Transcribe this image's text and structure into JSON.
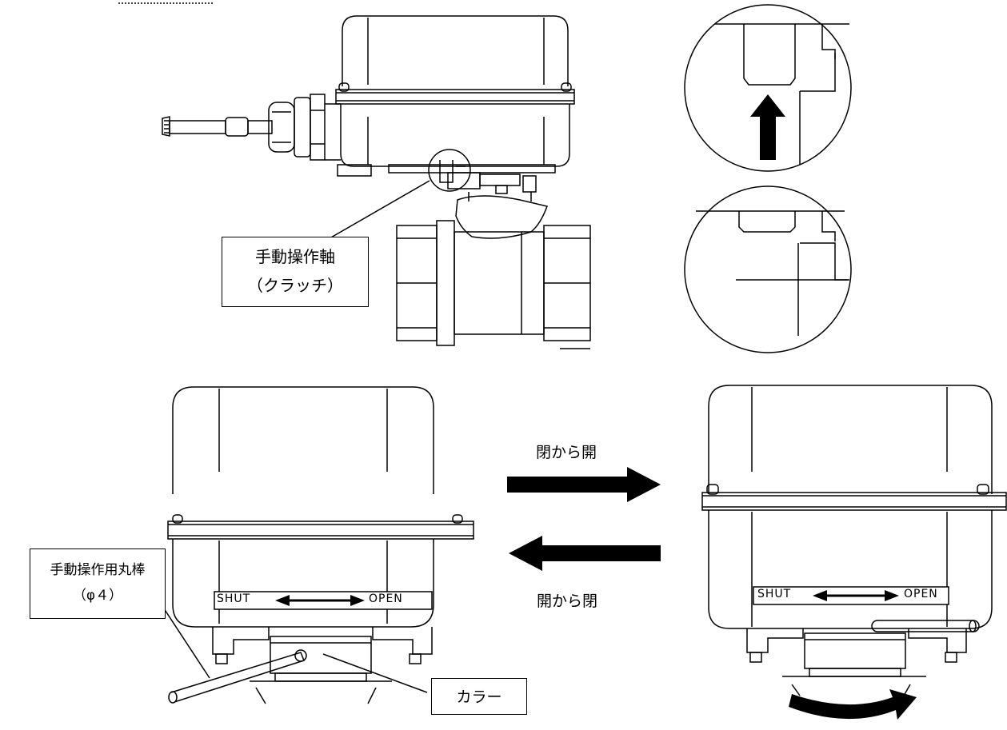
{
  "labels": {
    "clutch_line1": "手動操作軸",
    "clutch_line2": "（クラッチ）",
    "rod_line1": "手動操作用丸棒",
    "rod_line2": "（φ４）",
    "collar": "カラー",
    "arrow_right": "閉から開",
    "arrow_left": "開から閉"
  },
  "scale_plate": {
    "shut": "SHUT",
    "open": "OPEN"
  }
}
